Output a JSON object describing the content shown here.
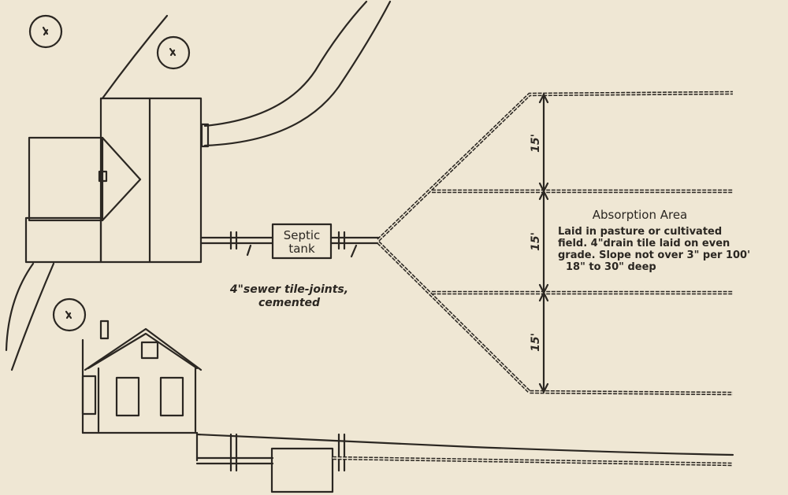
{
  "labels": {
    "septic_line1": "Septic",
    "septic_line2": "tank",
    "sewer_line1": "4\"sewer tile-joints,",
    "sewer_line2": "cemented",
    "area_title": "Absorption Area",
    "area_desc": [
      "Laid in pasture or cultivated",
      "field. 4\"drain tile laid on even",
      "grade. Slope not over 3\" per 100'",
      "18\" to 30\" deep"
    ],
    "spacing": [
      "15'",
      "15'",
      "15'"
    ]
  },
  "colors": {
    "paper": "#efe7d4",
    "ink": "#2b2722"
  }
}
